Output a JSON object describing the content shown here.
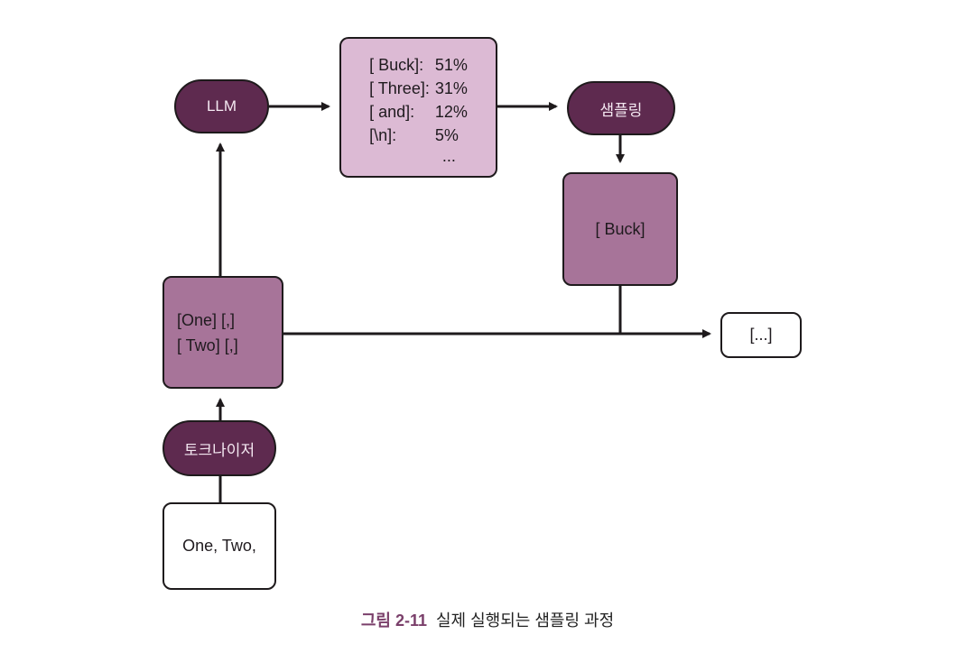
{
  "diagram": {
    "llm_label": "LLM",
    "sampling_label": "샘플링",
    "tokenizer_label": "토크나이저",
    "input_text": "One, Two,",
    "token_lines": [
      "[One] [,]",
      "[ Two] [,]"
    ],
    "probabilities": [
      {
        "token": "[ Buck]:",
        "pct": "51%"
      },
      {
        "token": "[ Three]:",
        "pct": "31%"
      },
      {
        "token": "[ and]:",
        "pct": "12%"
      },
      {
        "token": "[\\n]:",
        "pct": "5%"
      }
    ],
    "probabilities_ellipsis": "...",
    "sampled_token": "[ Buck]",
    "next_output": "[...]"
  },
  "caption": {
    "figure_number": "그림 2-11",
    "title": "실제 실행되는 샘플링 과정"
  },
  "colors": {
    "pill": "#5e2a4f",
    "box_purple": "#a77499",
    "box_light": "#dcbad4",
    "caption_accent": "#7a3f6a"
  }
}
